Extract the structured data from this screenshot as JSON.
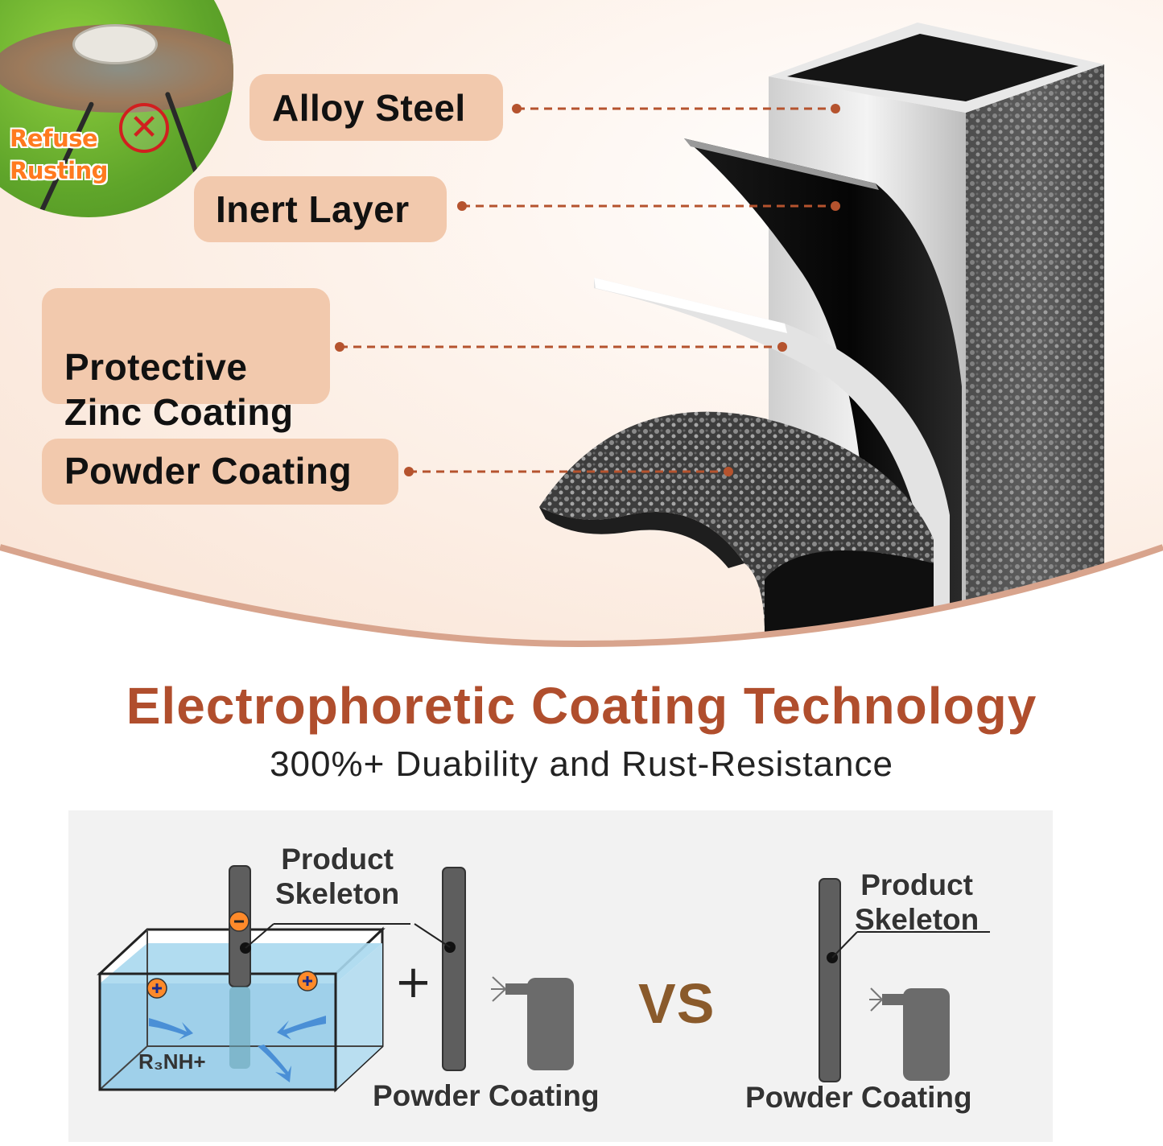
{
  "badge": {
    "text": "Refuse\nRusting",
    "icon": "x-circle-icon"
  },
  "layers": [
    {
      "label": "Alloy Steel"
    },
    {
      "label": "Inert Layer"
    },
    {
      "label": "Protective\nZinc Coating"
    },
    {
      "label": "Powder Coating"
    }
  ],
  "headline": "Electrophoretic Coating Technology",
  "subhead": "300%+ Duability and Rust-Resistance",
  "diagram": {
    "left_skeleton_label": "Product\nSkeleton",
    "left_powder_label": "Powder Coating",
    "ion_label": "R₃NH+",
    "plus_sign": "+",
    "vs_label": "VS",
    "right_skeleton_label": "Product\nSkeleton",
    "right_powder_label": "Powder Coating"
  },
  "colors": {
    "accent": "#b04e2d",
    "pill": "#f2c9ad",
    "leader": "#b5532e",
    "water": "#9fd0ea"
  }
}
